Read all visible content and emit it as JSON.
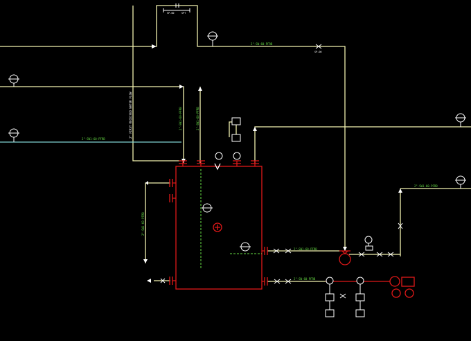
{
  "colors": {
    "background": "#000000",
    "process_line": "#f2f2b0",
    "utility_line": "#ffffff",
    "cyan_line": "#7fd4d4",
    "equipment": "#e01818",
    "label": "#66dd44",
    "instrument": "#ffffff"
  },
  "line_labels": {
    "top_center": "2\"-SW-60-PFRB",
    "left_cyan": "2\"-SW1-60-PFRB",
    "right_upper": "2\"-SW1-60-PFRB",
    "vertical_1": "2\"-SW1-60-PFRB",
    "vertical_2": "2\"-SW1-60-PFRB",
    "vertical_left_outlet": "2\"-SW1-60-PFRB",
    "vertical_dashed": "2\" FIRST RECEIVED WATER FLOW",
    "inlet_mid": "2\"-SW1-60-PFRB",
    "inlet_low": "2\"-SW-60-PFRB"
  },
  "small_tags": {
    "top_dim": "SP-00",
    "top_dim_right": "SPT",
    "valve_top": "SP-00"
  },
  "icons": [
    "flange-icon",
    "valve-icon",
    "pump-icon",
    "instrument-bubble-icon",
    "arrow-icon"
  ]
}
